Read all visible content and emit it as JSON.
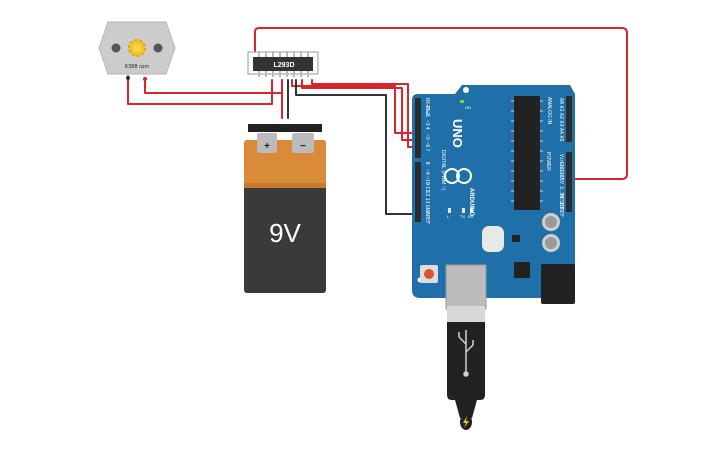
{
  "motor": {
    "label": "6388 rpm",
    "icon": "gear-icon"
  },
  "driver_chip": {
    "label": "L293D"
  },
  "battery": {
    "label": "9V",
    "plus": "+",
    "minus": "−"
  },
  "arduino": {
    "model": "UNO",
    "brand": "ARDUINO",
    "digital_header": "DIGITAL (PWM ~)",
    "analog_header": "ANALOG IN",
    "power_header": "POWER",
    "on_label": "ON",
    "tx_label": "TX",
    "rx_label": "RX",
    "l_label": "L",
    "digital_pins": [
      "RX◄0",
      "TX►1",
      "2",
      "~3",
      "4",
      "~5",
      "~6",
      "7",
      "8",
      "~9",
      "~10",
      "~11",
      "12",
      "13",
      "GND",
      "AREF"
    ],
    "analog_pins": [
      "A0",
      "A1",
      "A2",
      "A3",
      "A4",
      "A5"
    ],
    "power_pins": [
      "Vin",
      "GND",
      "GND",
      "5V",
      "3.3V",
      "RESET",
      "IOREF"
    ]
  },
  "colors": {
    "wire_red": "#d9262c",
    "wire_black": "#333333",
    "board": "#1f6fa8",
    "battery_top": "#d98b3a",
    "battery_body": "#333333"
  }
}
